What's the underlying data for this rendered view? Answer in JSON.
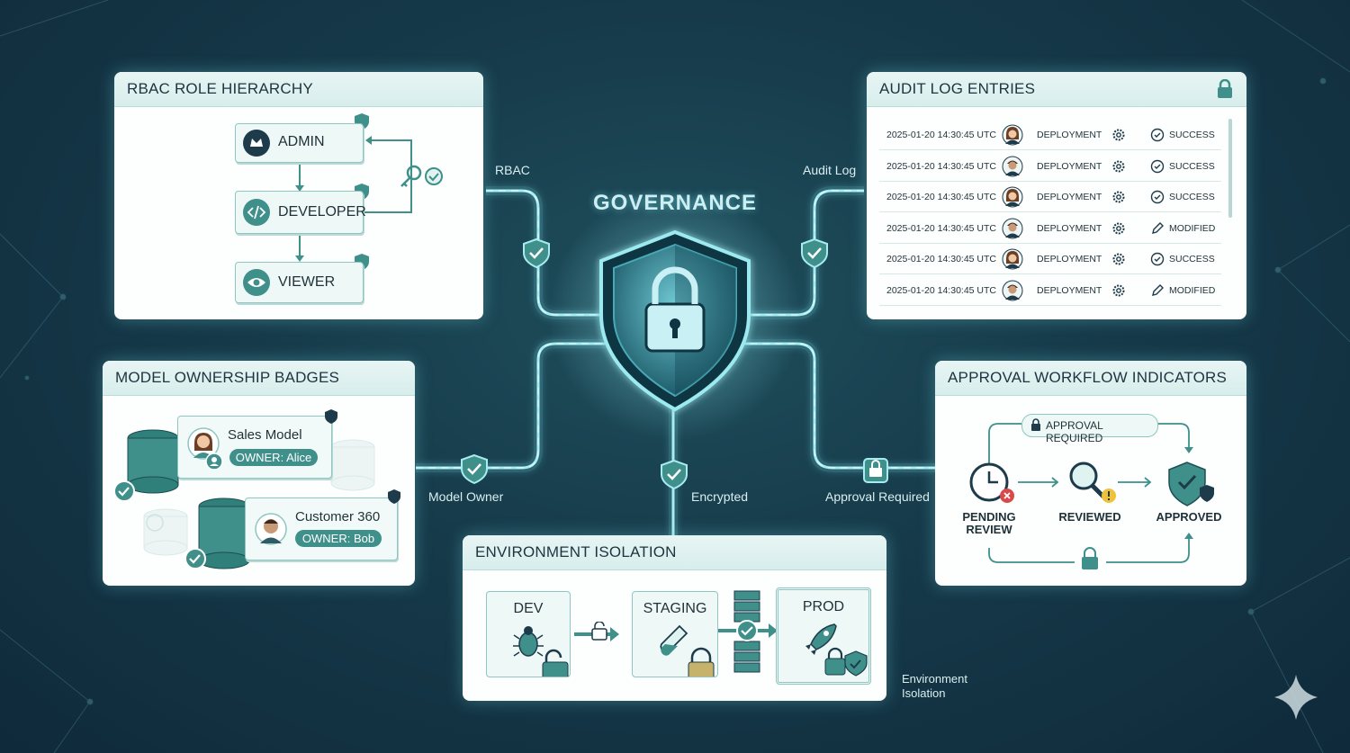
{
  "center": {
    "title": "GOVERNANCE"
  },
  "connectors": {
    "rbac": "RBAC",
    "audit": "Audit Log",
    "owner": "Model Owner",
    "encrypted": "Encrypted",
    "approval": "Approval Required",
    "env_line1": "Environment",
    "env_line2": "Isolation"
  },
  "rbac": {
    "title": "RBAC ROLE HIERARCHY",
    "roles": [
      "ADMIN",
      "DEVELOPER",
      "VIEWER"
    ]
  },
  "audit": {
    "title": "AUDIT LOG ENTRIES",
    "rows": [
      {
        "time": "2025-01-20 14:30:45 UTC",
        "action": "DEPLOYMENT",
        "status": "SUCCESS"
      },
      {
        "time": "2025-01-20 14:30:45 UTC",
        "action": "DEPLOYMENT",
        "status": "SUCCESS"
      },
      {
        "time": "2025-01-20 14:30:45 UTC",
        "action": "DEPLOYMENT",
        "status": "SUCCESS"
      },
      {
        "time": "2025-01-20 14:30:45 UTC",
        "action": "DEPLOYMENT",
        "status": "MODIFIED"
      },
      {
        "time": "2025-01-20 14:30:45 UTC",
        "action": "DEPLOYMENT",
        "status": "SUCCESS"
      },
      {
        "time": "2025-01-20 14:30:45 UTC",
        "action": "DEPLOYMENT",
        "status": "MODIFIED"
      }
    ]
  },
  "ownership": {
    "title": "MODEL OWNERSHIP BADGES",
    "models": [
      {
        "name": "Sales Model",
        "owner": "OWNER: Alice"
      },
      {
        "name": "Customer 360",
        "owner": "OWNER: Bob"
      }
    ]
  },
  "approval": {
    "title": "APPROVAL WORKFLOW INDICATORS",
    "required": "APPROVAL REQUIRED",
    "pending_line1": "PENDING",
    "pending_line2": "REVIEW",
    "reviewed": "REVIEWED",
    "approved": "APPROVED"
  },
  "environment": {
    "title": "ENVIRONMENT ISOLATION",
    "stages": [
      "DEV",
      "STAGING",
      "PROD"
    ]
  },
  "colors": {
    "accent": "#3f8f8a",
    "glow": "#8ee6ee",
    "panel_header": "#dcefed",
    "background": "#163a4a"
  }
}
